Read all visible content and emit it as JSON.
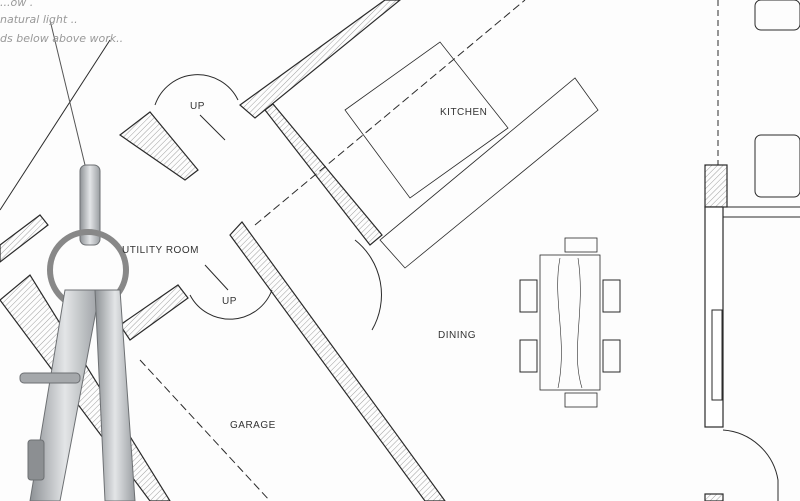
{
  "notes": [
    "...ow .",
    "natural light ..",
    "ds below above work.."
  ],
  "rooms": {
    "kitchen": "KITCHEN",
    "utility": "UTILITY ROOM",
    "dining": "DINING",
    "garage": "GARAGE"
  },
  "stairs": {
    "up_top": "UP",
    "up_bottom": "UP"
  },
  "colors": {
    "line": "#2a2a2a",
    "paper": "#fdfdfd",
    "compass": "#b9bcbf"
  }
}
